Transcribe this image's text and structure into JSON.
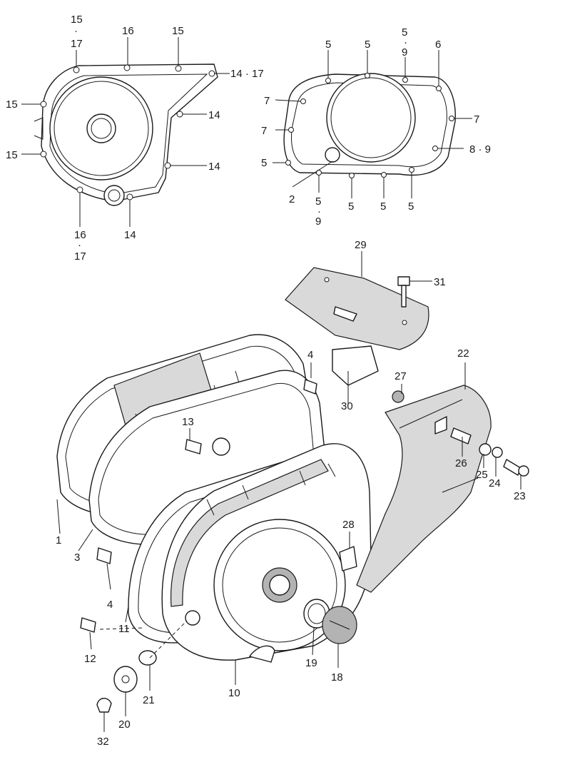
{
  "callouts": [
    {
      "id": "c-15a",
      "text": "15"
    },
    {
      "id": "c-dot1",
      "text": "·"
    },
    {
      "id": "c-17a",
      "text": "17"
    },
    {
      "id": "c-16a",
      "text": "16"
    },
    {
      "id": "c-15b",
      "text": "15"
    },
    {
      "id": "c-1417a",
      "text": "14 · 17"
    },
    {
      "id": "c-15c",
      "text": "15"
    },
    {
      "id": "c-14a",
      "text": "14"
    },
    {
      "id": "c-15d",
      "text": "15"
    },
    {
      "id": "c-14b",
      "text": "14"
    },
    {
      "id": "c-16b",
      "text": "16"
    },
    {
      "id": "c-dot2",
      "text": "·"
    },
    {
      "id": "c-17b",
      "text": "17"
    },
    {
      "id": "c-14c",
      "text": "14"
    },
    {
      "id": "c-5a",
      "text": "5"
    },
    {
      "id": "c-5b",
      "text": "5"
    },
    {
      "id": "c-5c",
      "text": "5"
    },
    {
      "id": "c-dot3",
      "text": "·"
    },
    {
      "id": "c-9a",
      "text": "9"
    },
    {
      "id": "c-6",
      "text": "6"
    },
    {
      "id": "c-7a",
      "text": "7"
    },
    {
      "id": "c-7b",
      "text": "7"
    },
    {
      "id": "c-7c",
      "text": "7"
    },
    {
      "id": "c-89",
      "text": "8 · 9"
    },
    {
      "id": "c-5d",
      "text": "5"
    },
    {
      "id": "c-2",
      "text": "2"
    },
    {
      "id": "c-5e",
      "text": "5"
    },
    {
      "id": "c-dot4",
      "text": "·"
    },
    {
      "id": "c-9b",
      "text": "9"
    },
    {
      "id": "c-5f",
      "text": "5"
    },
    {
      "id": "c-5g",
      "text": "5"
    },
    {
      "id": "c-5h",
      "text": "5"
    },
    {
      "id": "c-29",
      "text": "29"
    },
    {
      "id": "c-31",
      "text": "31"
    },
    {
      "id": "c-30",
      "text": "30"
    },
    {
      "id": "c-4a",
      "text": "4"
    },
    {
      "id": "c-22",
      "text": "22"
    },
    {
      "id": "c-27",
      "text": "27"
    },
    {
      "id": "c-13",
      "text": "13"
    },
    {
      "id": "c-26",
      "text": "26"
    },
    {
      "id": "c-25",
      "text": "25"
    },
    {
      "id": "c-24",
      "text": "24"
    },
    {
      "id": "c-23",
      "text": "23"
    },
    {
      "id": "c-1",
      "text": "1"
    },
    {
      "id": "c-3",
      "text": "3"
    },
    {
      "id": "c-28",
      "text": "28"
    },
    {
      "id": "c-4b",
      "text": "4"
    },
    {
      "id": "c-11",
      "text": "11"
    },
    {
      "id": "c-12",
      "text": "12"
    },
    {
      "id": "c-19",
      "text": "19"
    },
    {
      "id": "c-18",
      "text": "18"
    },
    {
      "id": "c-21",
      "text": "21"
    },
    {
      "id": "c-10",
      "text": "10"
    },
    {
      "id": "c-20",
      "text": "20"
    },
    {
      "id": "c-32",
      "text": "32"
    }
  ]
}
